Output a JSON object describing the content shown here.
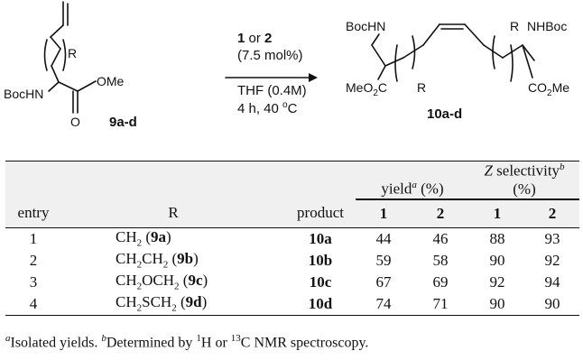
{
  "scheme": {
    "reactant_label": "9a-d",
    "product_label": "10a-d",
    "reactant_groups": {
      "bochn": "BocHN",
      "ome": "OMe",
      "o": "O",
      "r": "R"
    },
    "product_groups": {
      "bochn_left": "BocHN",
      "nhboc_right": "NHBoc",
      "meo2c": "MeO",
      "meo2c_sub": "2",
      "meo2c_tail": "C",
      "co2me": "CO",
      "co2me_sub": "2",
      "co2me_tail": "Me",
      "r_left": "R",
      "r_right": "R"
    },
    "conditions": {
      "catalyst_a": "1",
      "catalyst_or": " or ",
      "catalyst_b": "2",
      "loading": "(7.5 mol%)",
      "solvent": "THF (0.4M)",
      "time_temp_prefix": "4 h, 40 ",
      "temp_degree": "o",
      "temp_unit": "C"
    }
  },
  "table": {
    "headers": {
      "entry": "entry",
      "r": "R",
      "product": "product",
      "yield_label": "yield",
      "yield_sup": "a",
      "yield_unit": " (%)",
      "zsel_italic": "Z",
      "zsel_rest": " selectivity",
      "zsel_sup": "b",
      "zsel_unit": "(%)",
      "col1": "1",
      "col2": "2",
      "col3": "1",
      "col4": "2"
    },
    "rows": [
      {
        "entry": "1",
        "r_main": "CH",
        "r_sub1": "2",
        "r_mid": "",
        "r_sub2": "",
        "r_label": "9a",
        "product": "10a",
        "yield1": "44",
        "yield2": "46",
        "z1": "88",
        "z2": "93"
      },
      {
        "entry": "2",
        "r_main": "CH",
        "r_sub1": "2",
        "r_mid": "CH",
        "r_sub2": "2",
        "r_label": "9b",
        "product": "10b",
        "yield1": "59",
        "yield2": "58",
        "z1": "90",
        "z2": "92"
      },
      {
        "entry": "3",
        "r_main": "CH",
        "r_sub1": "2",
        "r_mid": "OCH",
        "r_sub2": "2",
        "r_label": "9c",
        "product": "10c",
        "yield1": "67",
        "yield2": "69",
        "z1": "92",
        "z2": "94"
      },
      {
        "entry": "4",
        "r_main": "CH",
        "r_sub1": "2",
        "r_mid": "SCH",
        "r_sub2": "2",
        "r_label": "9d",
        "product": "10d",
        "yield1": "74",
        "yield2": "71",
        "z1": "90",
        "z2": "90"
      }
    ]
  },
  "footnote": {
    "a_mark": "a",
    "a_text": "Isolated yields. ",
    "b_mark": "b",
    "b_text_1": "Determined by ",
    "h_sup": "1",
    "h_text": "H or ",
    "c_sup": "13",
    "c_text": "C NMR spectroscopy."
  }
}
